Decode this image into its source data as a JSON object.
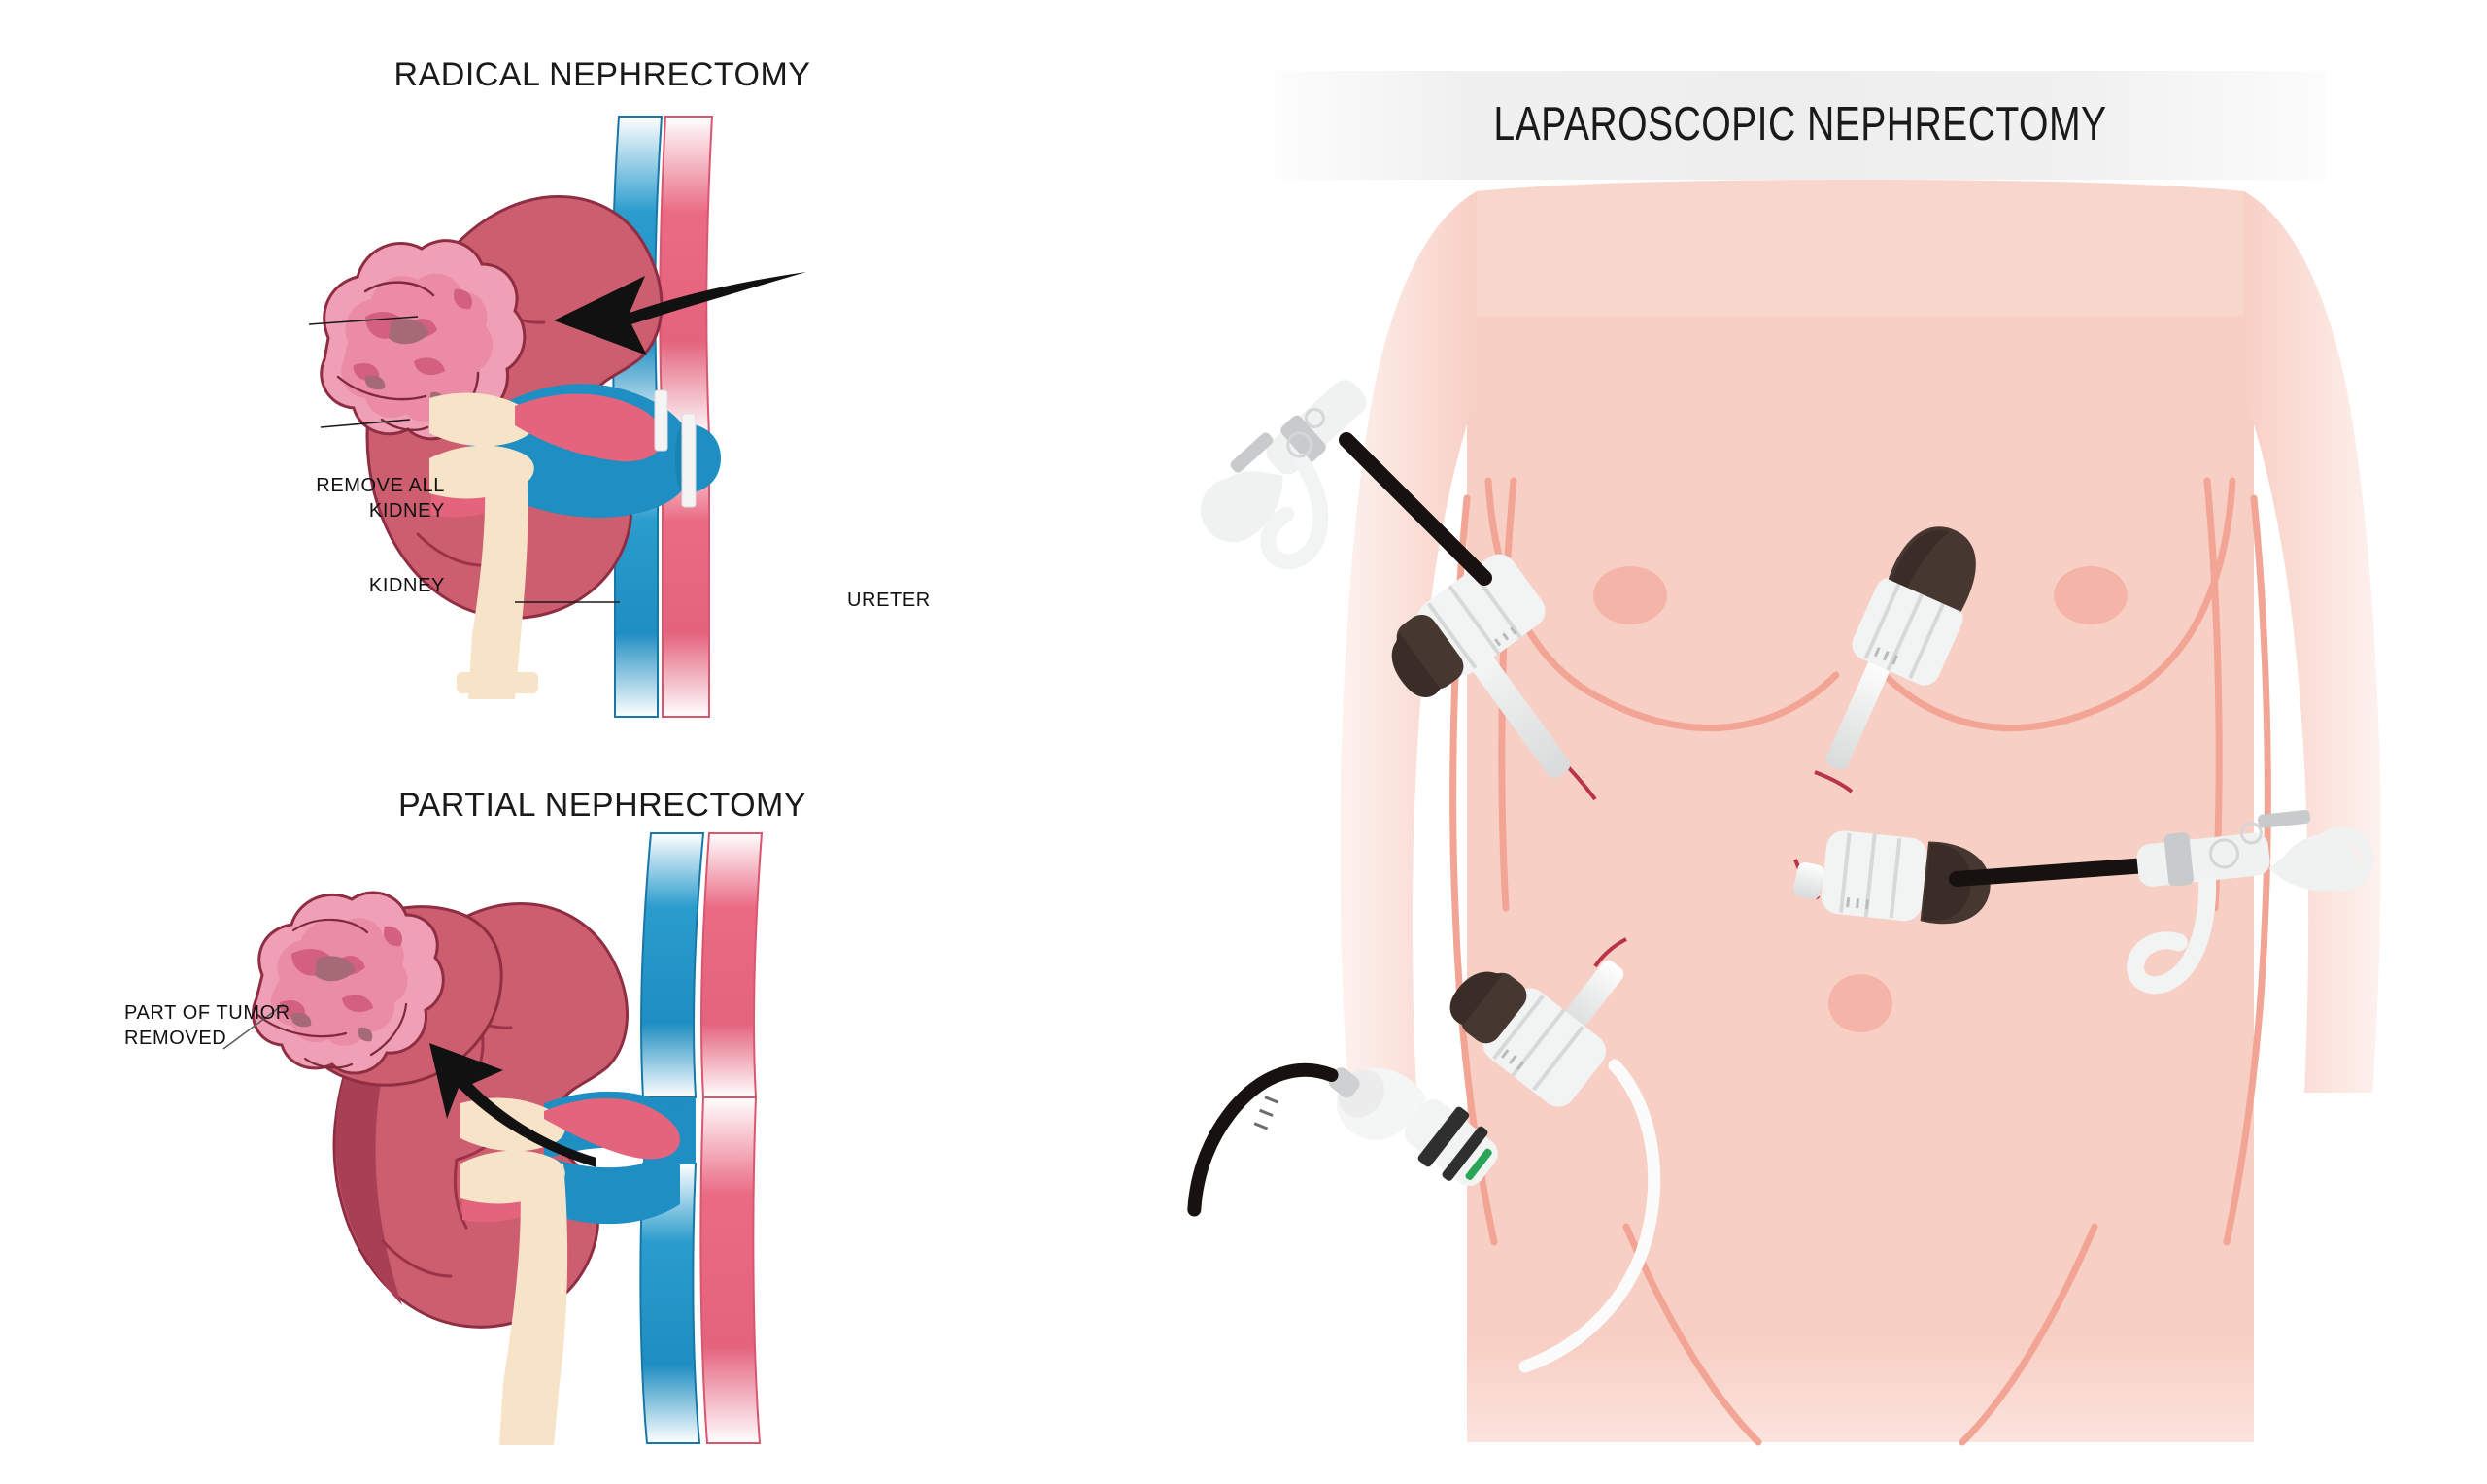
{
  "figure": {
    "kind": "medical-illustration",
    "subject": "Kidney cancer surgery: radical vs partial nephrectomy and laparoscopic approach",
    "background_color": "#ffffff"
  },
  "left_panel": {
    "radical": {
      "title": "RADICAL NEPHRECTOMY",
      "labels": {
        "remove_all_kidney": "REMOVE ALL\nKIDNEY",
        "remove_all_kidney_line1": "REMOVE ALL",
        "remove_all_kidney_line2": "KIDNEY",
        "kidney": "KIDNEY",
        "ureter": "URETER"
      },
      "arrow_direction": "left"
    },
    "partial": {
      "title": "PARTIAL NEPHRECTOMY",
      "labels": {
        "part_of_tumor_removed_line1": "PART OF TUMOR",
        "part_of_tumor_removed_line2": "REMOVED"
      },
      "arrow_direction": "upper-left"
    }
  },
  "right_panel": {
    "title": "LAPAROSCOPIC NEPHRECTOMY",
    "banner_color": "#efefef",
    "instrument_count": 4,
    "instruments": [
      "grasper-ring-handle-upper-left",
      "trocar-port-upper-right",
      "grasper-pistol-handle-right",
      "endoscope-camera-lower-left"
    ]
  },
  "colors": {
    "kidney": "#cd5e70",
    "kidney_dark": "#b04256",
    "kidney_outline": "#8f2e42",
    "tumor_light": "#f0a0b6",
    "tumor_mid": "#e87f9c",
    "tumor_deep": "#d4607f",
    "tumor_necrotic": "#a56a76",
    "vein_blue": "#1f8ec2",
    "vein_blue_dark": "#0f6f9f",
    "artery_red": "#e8657f",
    "artery_red_dark": "#d34f6c",
    "ureter_cream": "#f6e3c8",
    "clip_white": "#f2f2f2",
    "skin": "#f8cfc4",
    "skin_line": "#f2a495",
    "instrument_white": "#f4f4f4",
    "instrument_dark": "#463830",
    "arrow_black": "#111111",
    "text": "#1a1a1a"
  }
}
